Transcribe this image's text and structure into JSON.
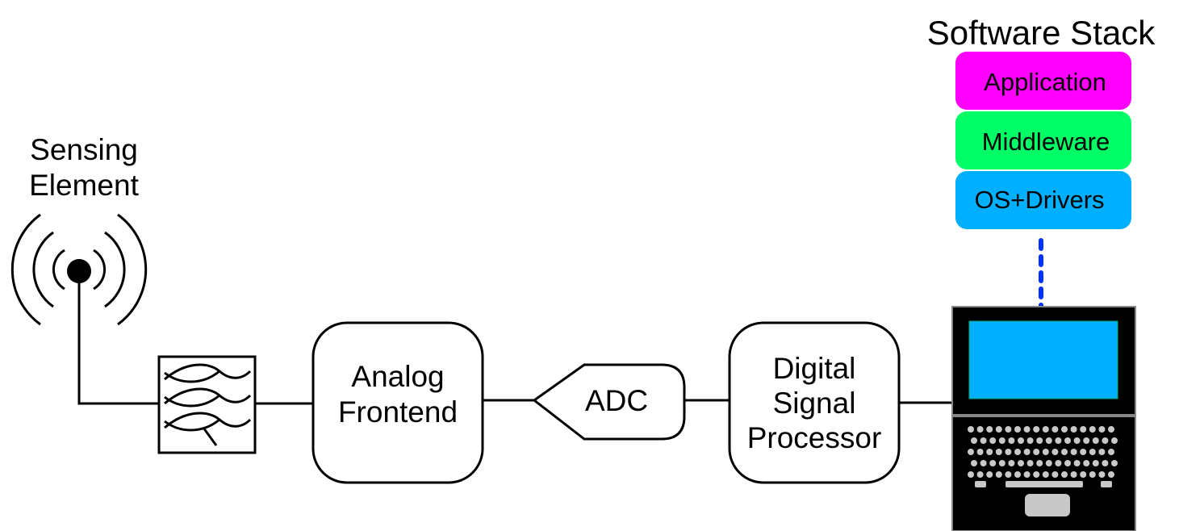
{
  "labels": {
    "sensing_line1": "Sensing",
    "sensing_line2": "Element",
    "analog_line1": "Analog",
    "analog_line2": "Frontend",
    "adc": "ADC",
    "dsp_line1": "Digital",
    "dsp_line2": "Signal",
    "dsp_line3": "Processor"
  },
  "software_stack": {
    "title": "Software Stack",
    "layers": [
      {
        "label": "Application",
        "color": "#ff00ff"
      },
      {
        "label": "Middleware",
        "color": "#00ff66"
      },
      {
        "label": "OS+Drivers",
        "color": "#00b0ff"
      }
    ]
  },
  "colors": {
    "laptop_body": "#000000",
    "laptop_screen": "#00b0ff",
    "laptop_keys": "#c8c8c8",
    "dotted_link": "#0033ff"
  },
  "icons": {
    "sensor": "radio-waves-icon",
    "filter": "filter-bank-icon",
    "computer": "laptop-icon"
  }
}
